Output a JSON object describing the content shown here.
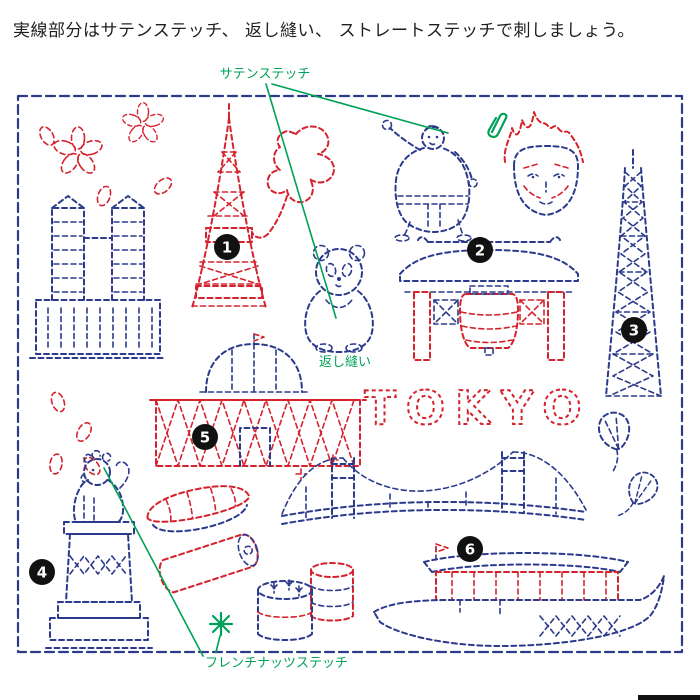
{
  "page": {
    "title_instruction": "実線部分はサテンステッチ、 返し縫い、 ストレートステッチで刺しましょう。"
  },
  "annotations": {
    "satin_stitch": "サテンステッチ",
    "back_stitch": "返し縫い",
    "french_knot_stitch": "フレンチナッツステッチ"
  },
  "text_motifs": {
    "tokyo": "TOKYO"
  },
  "badges": {
    "b1": "1",
    "b2": "2",
    "b3": "3",
    "b4": "4",
    "b5": "5",
    "b6": "6"
  },
  "colors": {
    "stitch_red": "#d5232e",
    "stitch_navy": "#2c3a8c",
    "annotation_green": "#00a157",
    "badge_black": "#111111"
  },
  "motifs": [
    {
      "name": "cherry-blossoms"
    },
    {
      "name": "twin-tower-building"
    },
    {
      "name": "tokyo-tower",
      "badge": "1"
    },
    {
      "name": "cloud-scroll"
    },
    {
      "name": "sumo-wrestler",
      "badge": "2"
    },
    {
      "name": "kabuki-face"
    },
    {
      "name": "tokyo-skytree",
      "badge": "3"
    },
    {
      "name": "panda"
    },
    {
      "name": "kaminarimon-gate"
    },
    {
      "name": "dome-building",
      "badge": "5"
    },
    {
      "name": "komainu-statue",
      "badge": "4"
    },
    {
      "name": "sushi"
    },
    {
      "name": "rainbow-bridge"
    },
    {
      "name": "ginkgo-leaves"
    },
    {
      "name": "barrels"
    },
    {
      "name": "yakatabune-boat",
      "badge": "6"
    }
  ]
}
